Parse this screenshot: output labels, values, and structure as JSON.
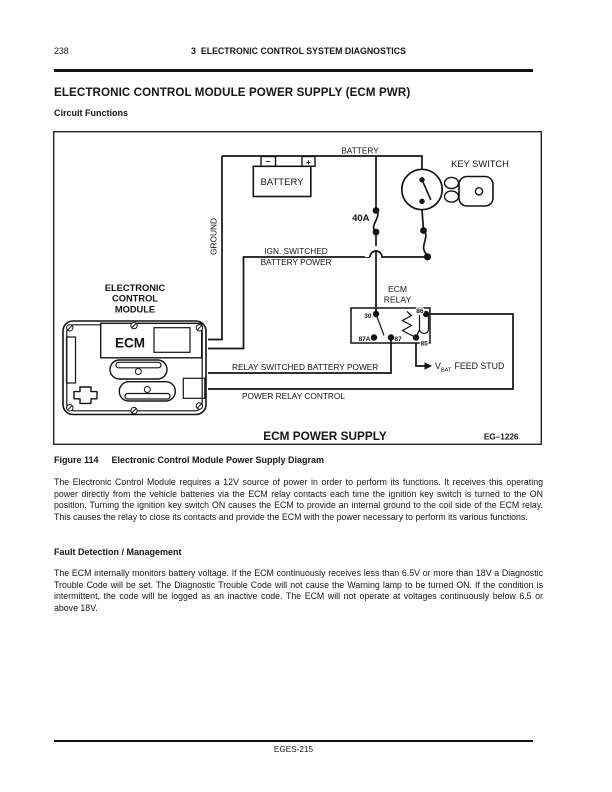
{
  "page": {
    "number": "238",
    "header": "3  ELECTRONIC CONTROL SYSTEM DIAGNOSTICS",
    "title": "ELECTRONIC CONTROL MODULE POWER SUPPLY (ECM PWR)",
    "section_heading": "Circuit Functions",
    "paragraph1": "The Electronic Control Module requires a 12V source of power in order to perform its functions. It receives this operating power directly from the vehicle batteries via the ECM relay contacts each time the ignition key switch is turned to the ON position. Turning the ignition key switch ON causes the ECM to provide an internal ground to the coil side of the ECM relay. This causes the relay to close its contacts and provide the ECM with the power necessary to perform its various functions.",
    "fault_heading": "Fault Detection / Management",
    "paragraph2": "The ECM internally monitors battery voltage. If the ECM continuously receives less than 6.5V or more than 18V a Diagnostic Trouble Code will be set. The Diagnostic Trouble Code will not cause the Warning lamp to be turned ON. If the condition is intermittent, the code will be logged as an inactive code. The ECM will not operate at voltages continuously below 6.5 or above 18V.",
    "footer": "EGES-215"
  },
  "figure": {
    "caption_label": "Figure 114",
    "caption_text": "Electronic Control Module Power Supply Diagram",
    "diagram_title": "ECM POWER SUPPLY",
    "diagram_ref": "EG–1226",
    "labels": {
      "battery_wire": "BATTERY",
      "battery_box": "BATTERY",
      "minus_sign": "−",
      "plus_sign": "+",
      "key_switch": "KEY SWITCH",
      "fuse_rating": "40A",
      "ign_line1": "IGN. SWITCHED",
      "ign_line2": "BATTERY POWER",
      "ground": "GROUND",
      "module_line1": "ELECTRONIC",
      "module_line2": "CONTROL",
      "module_line3": "MODULE",
      "ecm": "ECM",
      "relay_line1": "ECM",
      "relay_line2": "RELAY",
      "relay_switched": "RELAY SWITCHED BATTERY POWER",
      "power_relay_control": "POWER RELAY CONTROL",
      "vbat_v": "V",
      "vbat_sub": "BAT",
      "vbat_rest": "FEED STUD",
      "t30": "30",
      "t87a": "87A",
      "t87": "87",
      "t86": "86",
      "t85": "85"
    }
  }
}
